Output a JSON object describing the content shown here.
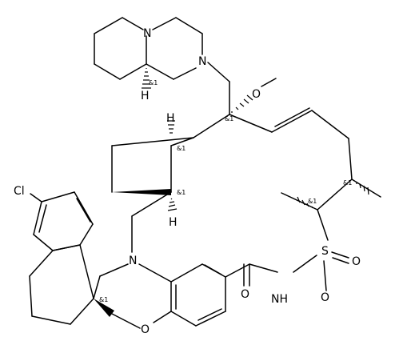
{
  "atoms": {
    "n_bicycle_1": "N",
    "n_bicycle_2": "N",
    "h_bicycle": "H",
    "o_methoxy": "O",
    "h_cyclobutane_top": "H",
    "h_cyclobutane_bottom": "H",
    "cl": "Cl",
    "n_ring": "N",
    "o_ether": "O",
    "o_carbonyl": "O",
    "nh_amide": "NH",
    "s_sulfonyl": "S",
    "o_sulfonyl_1": "O",
    "o_sulfonyl_2": "O"
  },
  "stereo_labels": {
    "bicycle": "&1",
    "methoxy_center": "&1",
    "cyclobutane_top": "&1",
    "cyclobutane_bottom": "&1",
    "methyl_upper": "&1",
    "methyl_lower": "&1",
    "spiro": "&1"
  },
  "colors": {
    "ink": "#000000",
    "background": "#ffffff"
  }
}
